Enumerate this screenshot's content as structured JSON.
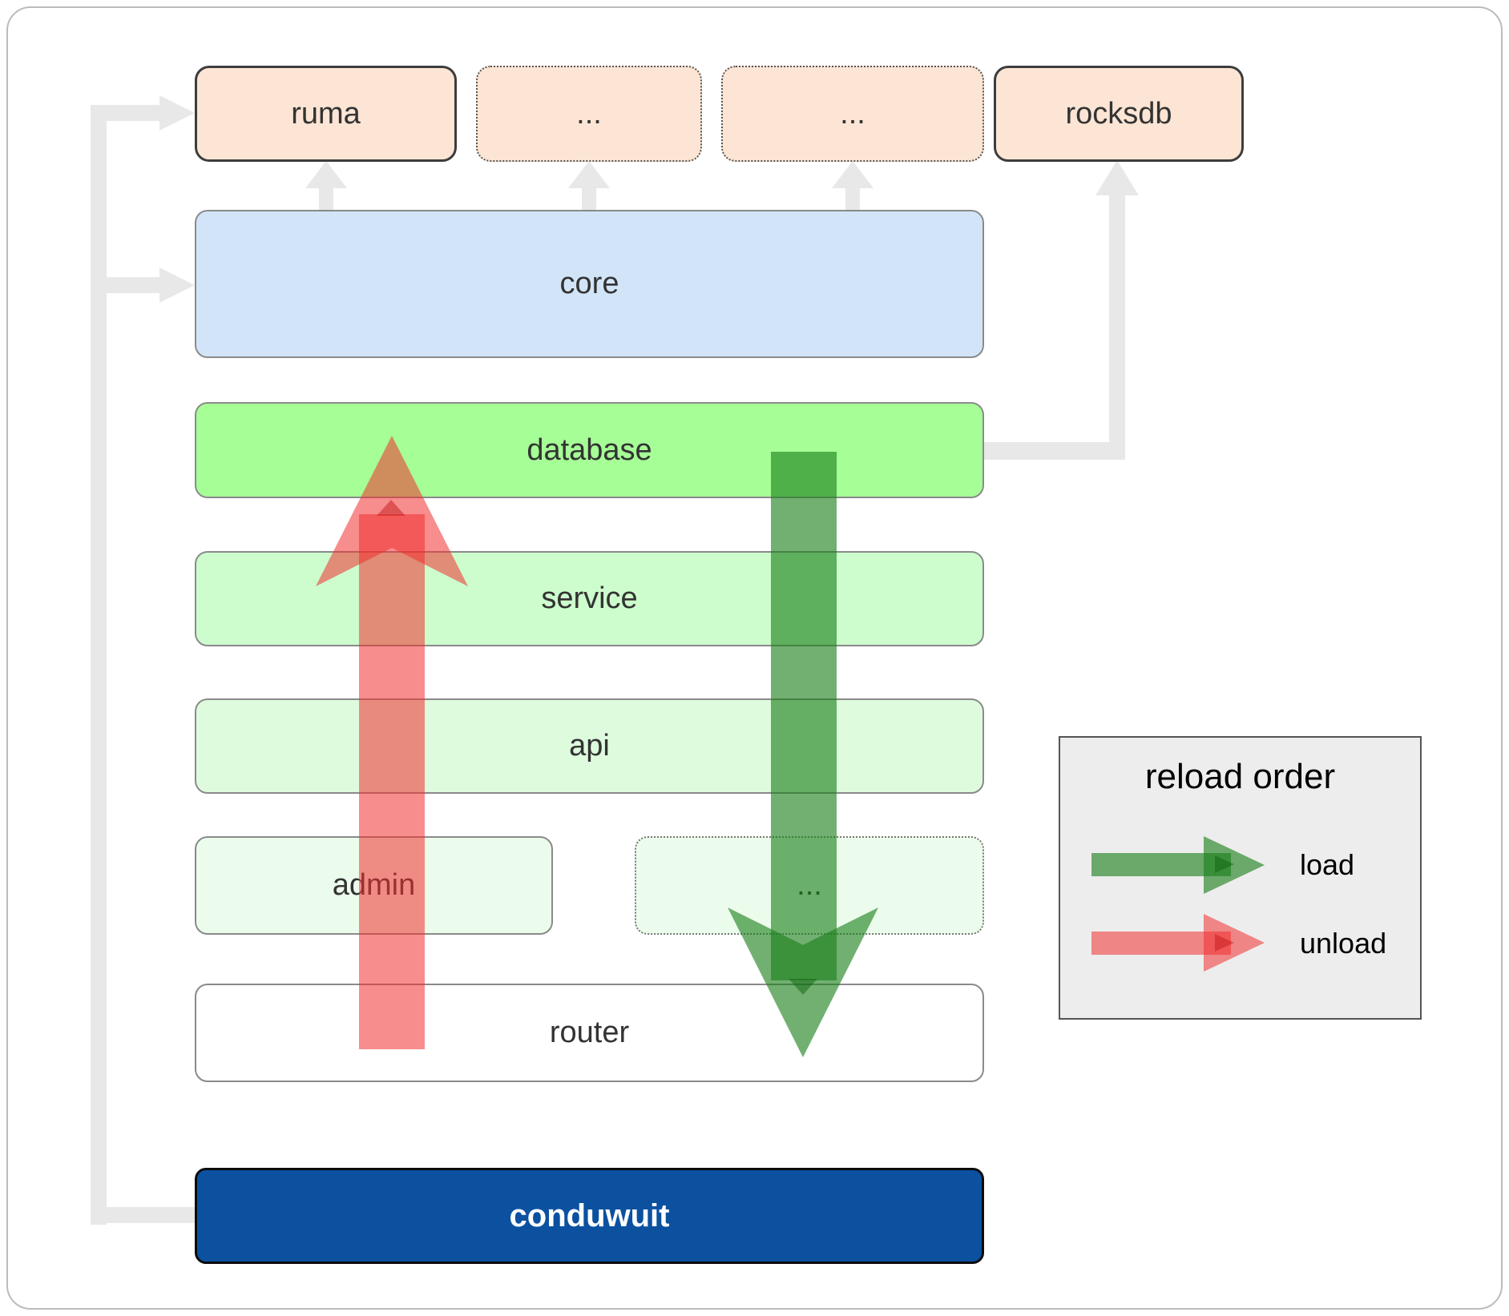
{
  "boxes": {
    "ruma": "ruma",
    "dots1": "...",
    "dots2": "...",
    "rocksdb": "rocksdb",
    "core": "core",
    "database": "database",
    "service": "service",
    "api": "api",
    "admin": "admin",
    "dots3": "...",
    "router": "router",
    "conduwuit": "conduwuit"
  },
  "legend": {
    "title": "reload order",
    "load_label": "load",
    "unload_label": "unload"
  },
  "colors": {
    "peach": "#fce5d4",
    "core_blue": "#d2e5f8",
    "database_green": "#a6ff96",
    "service_green": "#cdfccd",
    "api_green": "#defbde",
    "admin_green": "#ecfcec",
    "router_white": "#ffffff",
    "conduwuit_blue": "#0b51a0",
    "connector_gray": "#e8e8e8",
    "load_green": "rgba(26,128,26,0.62)",
    "unload_red": "rgba(240,48,48,0.55)",
    "load_marker": "rgba(15,100,15,0.5)",
    "unload_marker": "rgba(195,25,25,0.5)"
  }
}
